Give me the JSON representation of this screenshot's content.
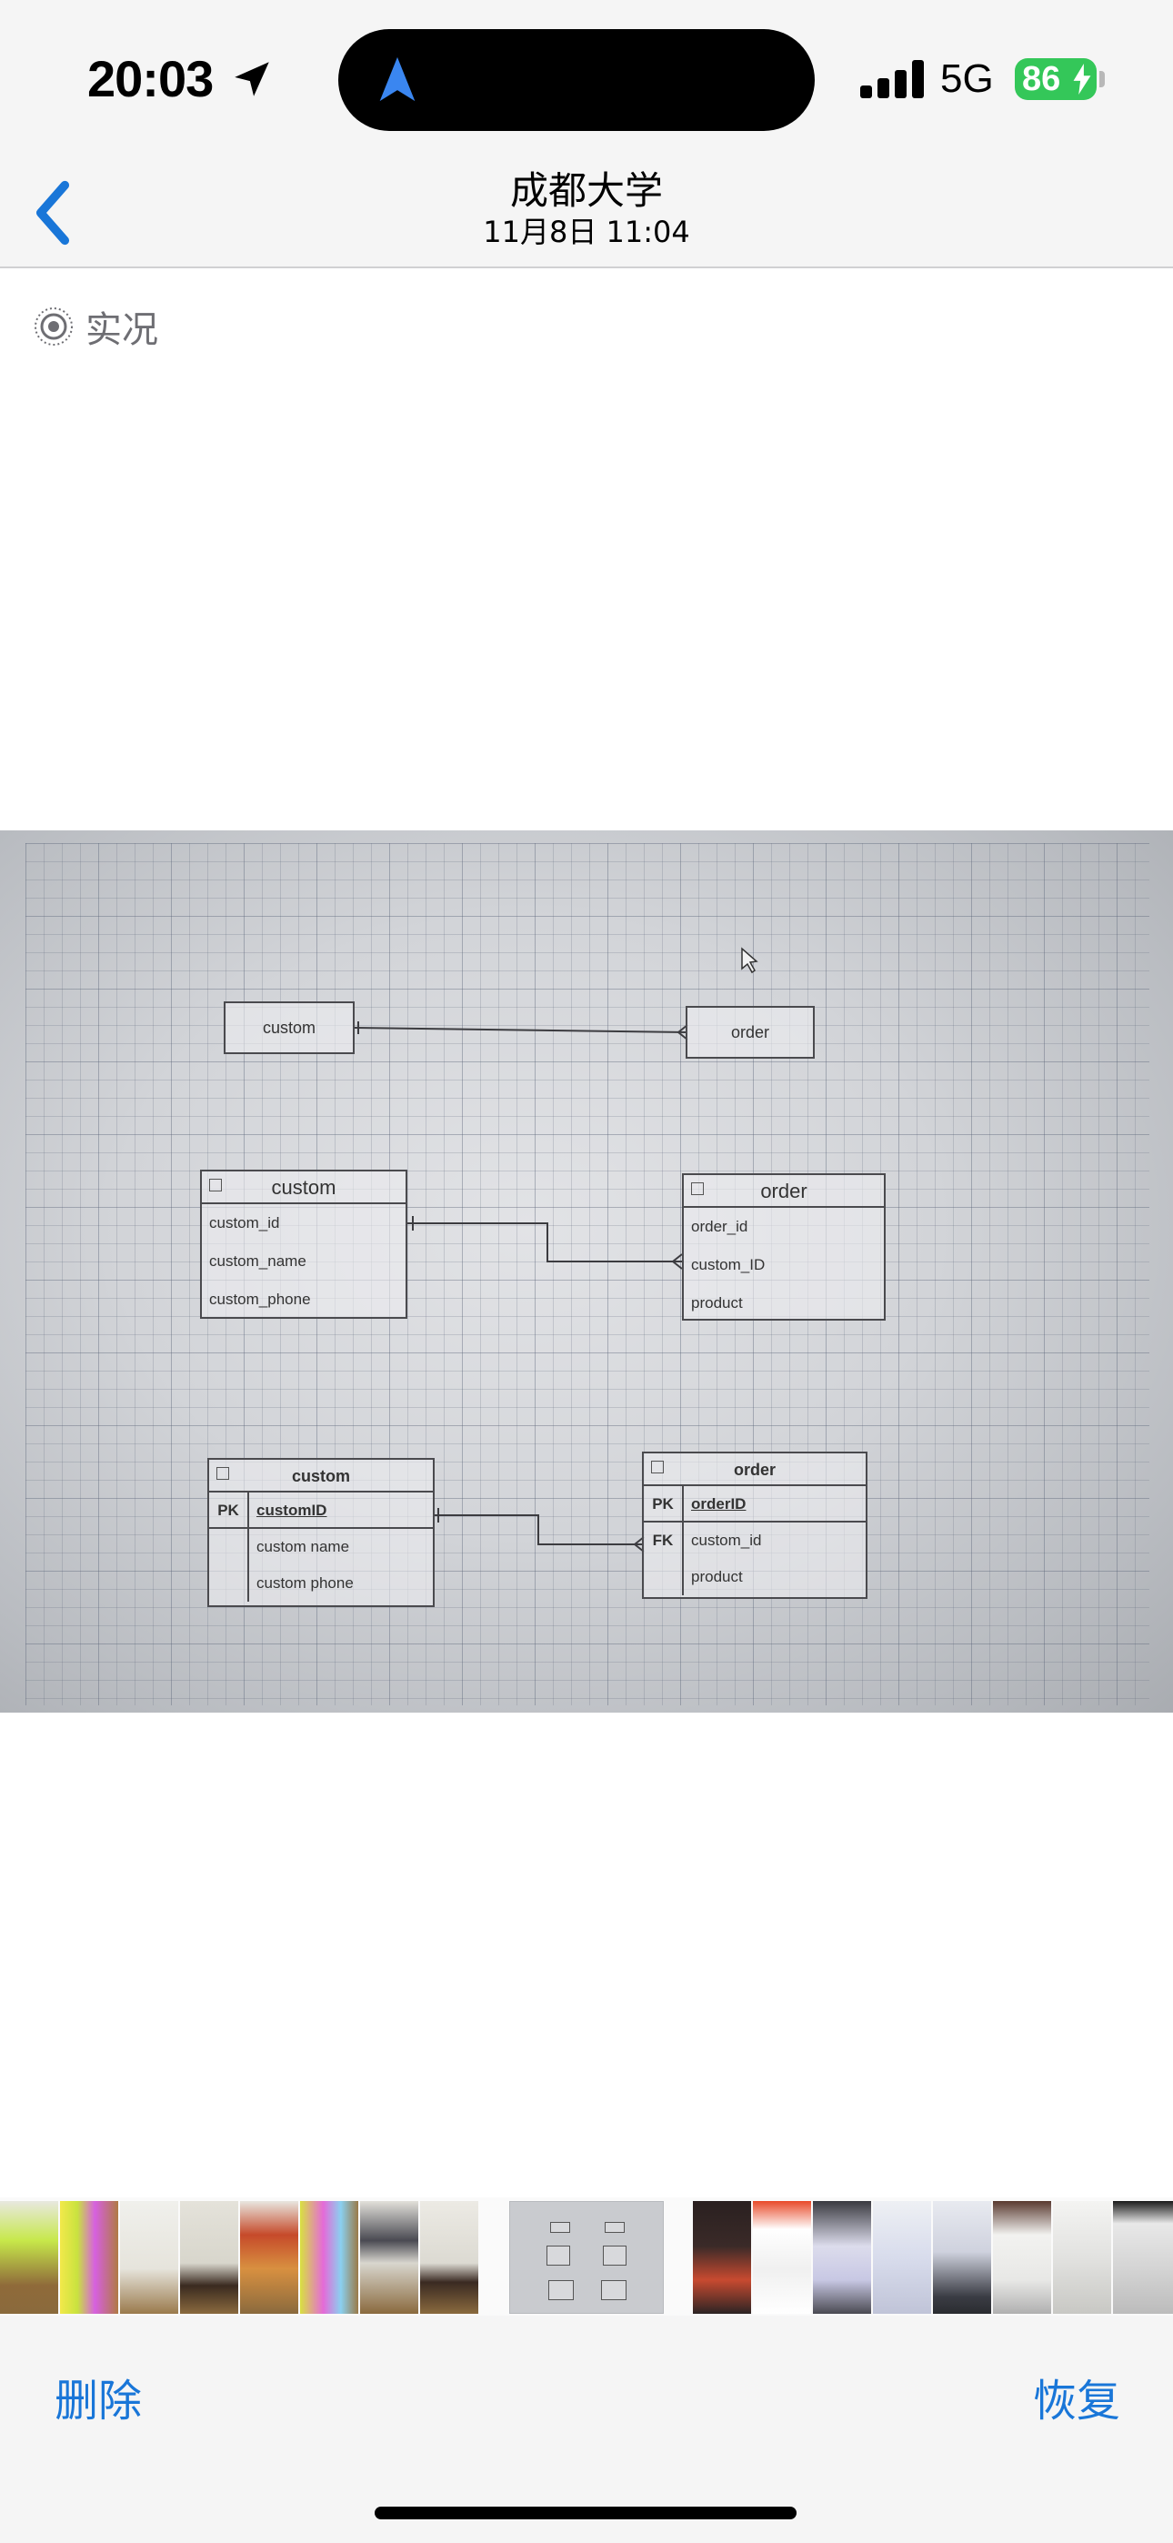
{
  "status_bar": {
    "time": "20:03",
    "network": "5G",
    "battery": "86",
    "signal_bars": 4,
    "battery_color": "#34c759",
    "island_icon": "navigation-arrow-icon"
  },
  "nav": {
    "title": "成都大学",
    "subtitle": "11月8日  11:04",
    "back_icon": "chevron-left-icon"
  },
  "live_badge": {
    "label": "实况",
    "icon": "live-photo-icon"
  },
  "photo_content": {
    "diagram1": {
      "entity_a": "custom",
      "entity_b": "order"
    },
    "diagram2": {
      "entity_a": {
        "title": "custom",
        "fields": [
          "custom_id",
          "custom_name",
          "custom_phone"
        ]
      },
      "entity_b": {
        "title": "order",
        "fields": [
          "order_id",
          "custom_ID",
          "product"
        ]
      }
    },
    "diagram3": {
      "entity_a": {
        "title": "custom",
        "rows": [
          {
            "key": "PK",
            "field": "customID"
          },
          {
            "key": "",
            "field": "custom name"
          },
          {
            "key": "",
            "field": "custom phone"
          }
        ]
      },
      "entity_b": {
        "title": "order",
        "rows": [
          {
            "key": "PK",
            "field": "orderID"
          },
          {
            "key": "FK",
            "field": "custom_id"
          },
          {
            "key": "",
            "field": "product"
          }
        ]
      }
    }
  },
  "toolbar": {
    "delete_label": "删除",
    "restore_label": "恢复",
    "accent": "#1976d8"
  }
}
